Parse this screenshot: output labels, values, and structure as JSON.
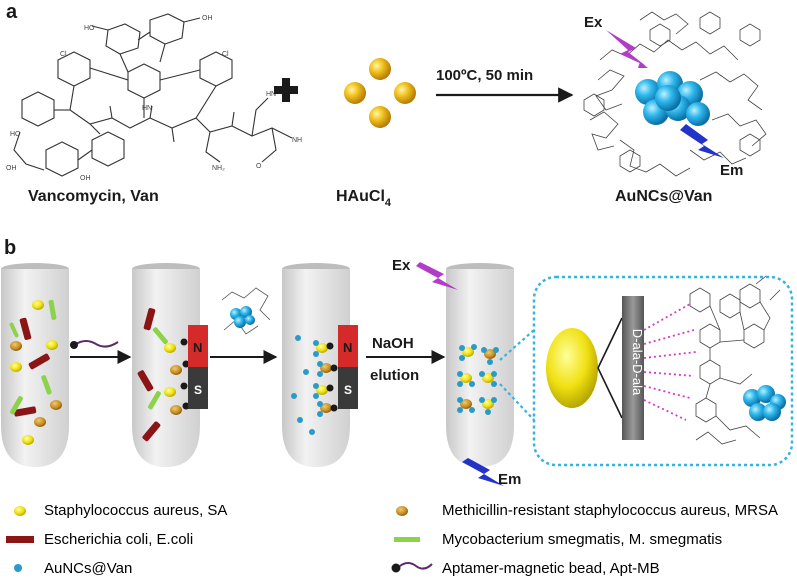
{
  "panel_a": {
    "label": "a",
    "vancomycin_label": "Vancomycin, Van",
    "haucl4_main": "HAuCl",
    "haucl4_sub": "4",
    "condition": "100ºC, 50 min",
    "product_label": "AuNCs@Van",
    "ex_label": "Ex",
    "em_label": "Em"
  },
  "panel_b": {
    "label": "b",
    "ex_label": "Ex",
    "em_label": "Em",
    "naoh": "NaOH",
    "elution": "elution",
    "magnet_n": "N",
    "magnet_s": "S",
    "dala": "D-ala-D-ala"
  },
  "legend": [
    {
      "label": "Staphylococcus aureus, SA",
      "color": "#f2e31a"
    },
    {
      "label": "Methicillin-resistant staphylococcus aureus, MRSA",
      "color": "#c8961e"
    },
    {
      "label": "Escherichia coli, E.coli",
      "color": "#8b1414"
    },
    {
      "label": "Mycobacterium  smegmatis, M. smegmatis",
      "color": "#8cd24a"
    },
    {
      "label": "AuNCs@Van",
      "color": "#2a9bc8"
    },
    {
      "label": "Aptamer-magnetic bead, Apt-MB",
      "color": "#5a2a6a"
    }
  ],
  "colors": {
    "gold": "#e8b820",
    "cluster": "#29b3e8",
    "flash_ex": "#b23cc8",
    "flash_em": "#2233c8",
    "dotted_box": "#35b4e0",
    "magnet_n": "#d42a2a",
    "magnet_s": "#3a3a3a",
    "bar": "#6a6a6a"
  }
}
